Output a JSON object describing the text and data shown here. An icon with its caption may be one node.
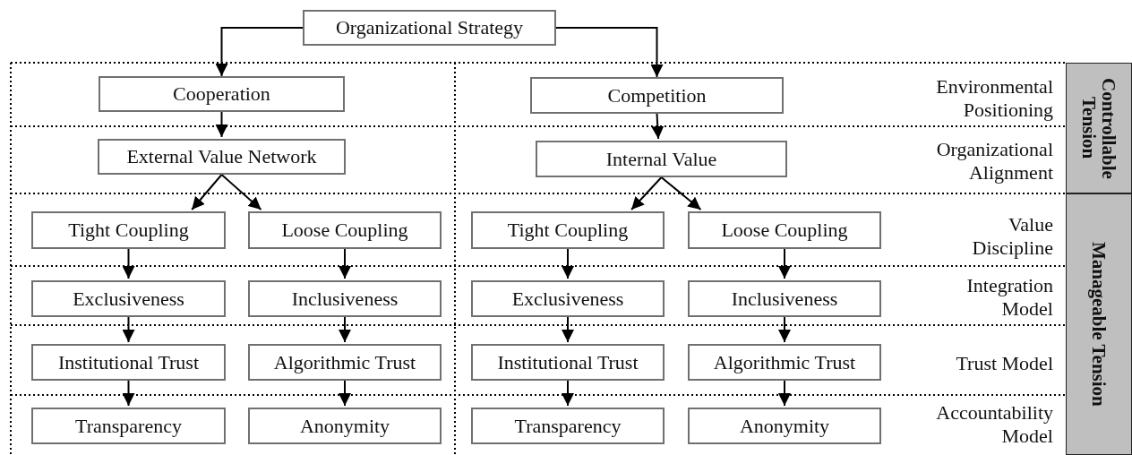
{
  "diagram": {
    "nodes": [
      {
        "text": [
          "Organizational Strategy"
        ]
      },
      {
        "text": [
          "Cooperation"
        ]
      },
      {
        "text": [
          "Competition"
        ]
      },
      {
        "text": [
          "External Value Network"
        ]
      },
      {
        "text": [
          "Internal Value"
        ]
      },
      {
        "text": [
          "Tight Coupling"
        ]
      },
      {
        "text": [
          "Loose Coupling"
        ]
      },
      {
        "text": [
          "Tight Coupling"
        ]
      },
      {
        "text": [
          "Loose Coupling"
        ]
      },
      {
        "text": [
          "Exclusiveness"
        ]
      },
      {
        "text": [
          "Inclusiveness"
        ]
      },
      {
        "text": [
          "Exclusiveness"
        ]
      },
      {
        "text": [
          "Inclusiveness"
        ]
      },
      {
        "text": [
          "Institutional Trust"
        ]
      },
      {
        "text": [
          "Algorithmic Trust"
        ]
      },
      {
        "text": [
          "Institutional Trust"
        ]
      },
      {
        "text": [
          "Algorithmic Trust"
        ]
      },
      {
        "text": [
          "Transparency"
        ]
      },
      {
        "text": [
          "Anonymity"
        ]
      },
      {
        "text": [
          "Transparency"
        ]
      },
      {
        "text": [
          "Anonymity"
        ]
      },
      {
        "text": [
          "Controllable Tension"
        ]
      },
      {
        "text": [
          "Manageable Tension"
        ]
      }
    ],
    "edges": [
      {
        "from": 0,
        "to": 1,
        "arrow": "to"
      },
      {
        "from": 0,
        "to": 2,
        "arrow": "to"
      },
      {
        "from": 1,
        "to": 3,
        "arrow": "to"
      },
      {
        "from": 2,
        "to": 4,
        "arrow": "to"
      },
      {
        "from": 3,
        "to": 5,
        "arrow": "to"
      },
      {
        "from": 3,
        "to": 6,
        "arrow": "to"
      },
      {
        "from": 4,
        "to": 7,
        "arrow": "to"
      },
      {
        "from": 4,
        "to": 8,
        "arrow": "to"
      },
      {
        "from": 5,
        "to": 9,
        "arrow": "to"
      },
      {
        "from": 6,
        "to": 10,
        "arrow": "to"
      },
      {
        "from": 7,
        "to": 11,
        "arrow": "to"
      },
      {
        "from": 8,
        "to": 12,
        "arrow": "to"
      },
      {
        "from": 9,
        "to": 13,
        "arrow": "to"
      },
      {
        "from": 10,
        "to": 14,
        "arrow": "to"
      },
      {
        "from": 11,
        "to": 15,
        "arrow": "to"
      },
      {
        "from": 12,
        "to": 16,
        "arrow": "to"
      },
      {
        "from": 13,
        "to": 17,
        "arrow": "to"
      },
      {
        "from": 14,
        "to": 18,
        "arrow": "to"
      },
      {
        "from": 15,
        "to": 19,
        "arrow": "to"
      },
      {
        "from": 16,
        "to": 20,
        "arrow": "to"
      }
    ],
    "labels": [
      "Environmental Positioning",
      "Organizational Alignment",
      "Value Discipline",
      "Integration Model",
      "Trust Model",
      "Accountability Model"
    ]
  }
}
